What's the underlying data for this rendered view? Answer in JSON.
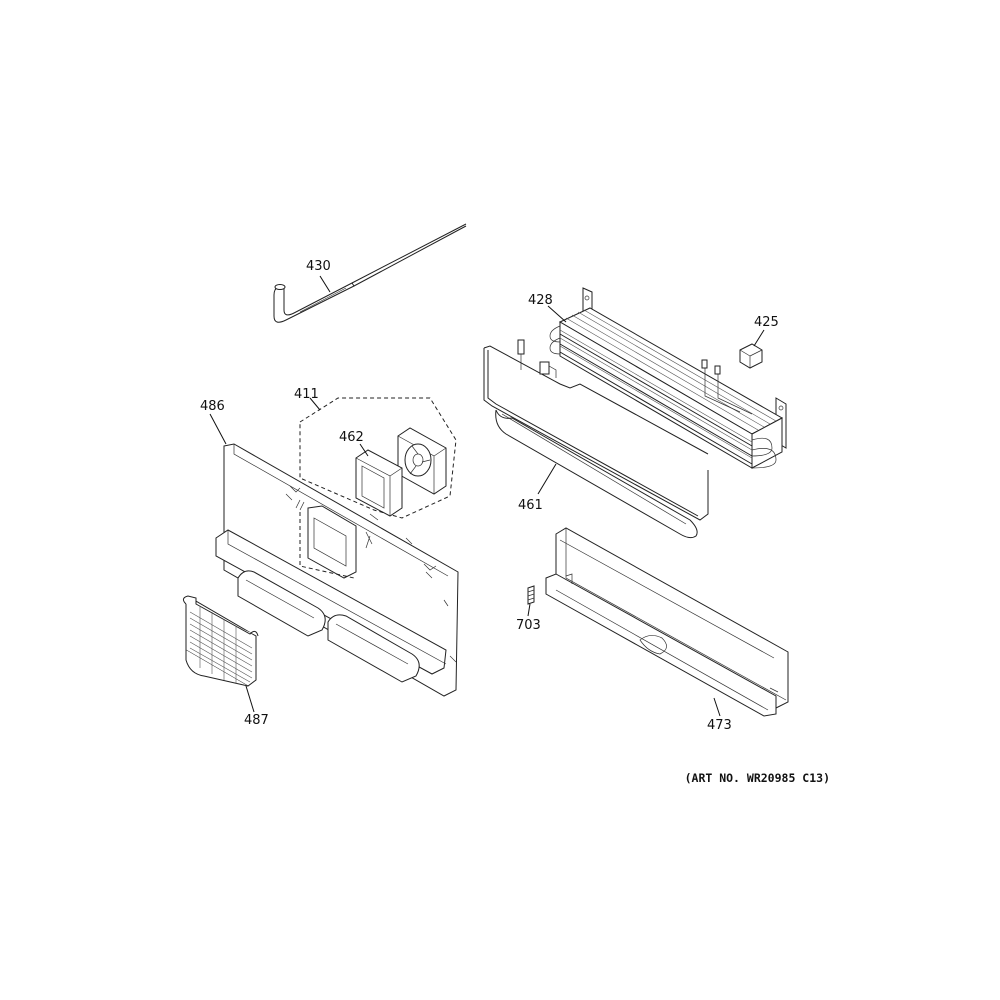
{
  "callouts": {
    "p430": "430",
    "p428": "428",
    "p425": "425",
    "p411": "411",
    "p486": "486",
    "p462": "462",
    "p461": "461",
    "p703": "703",
    "p487": "487",
    "p473": "473"
  },
  "art_number": "(ART NO. WR20985 C13)",
  "colors": {
    "line": "#222222",
    "background": "#ffffff"
  }
}
